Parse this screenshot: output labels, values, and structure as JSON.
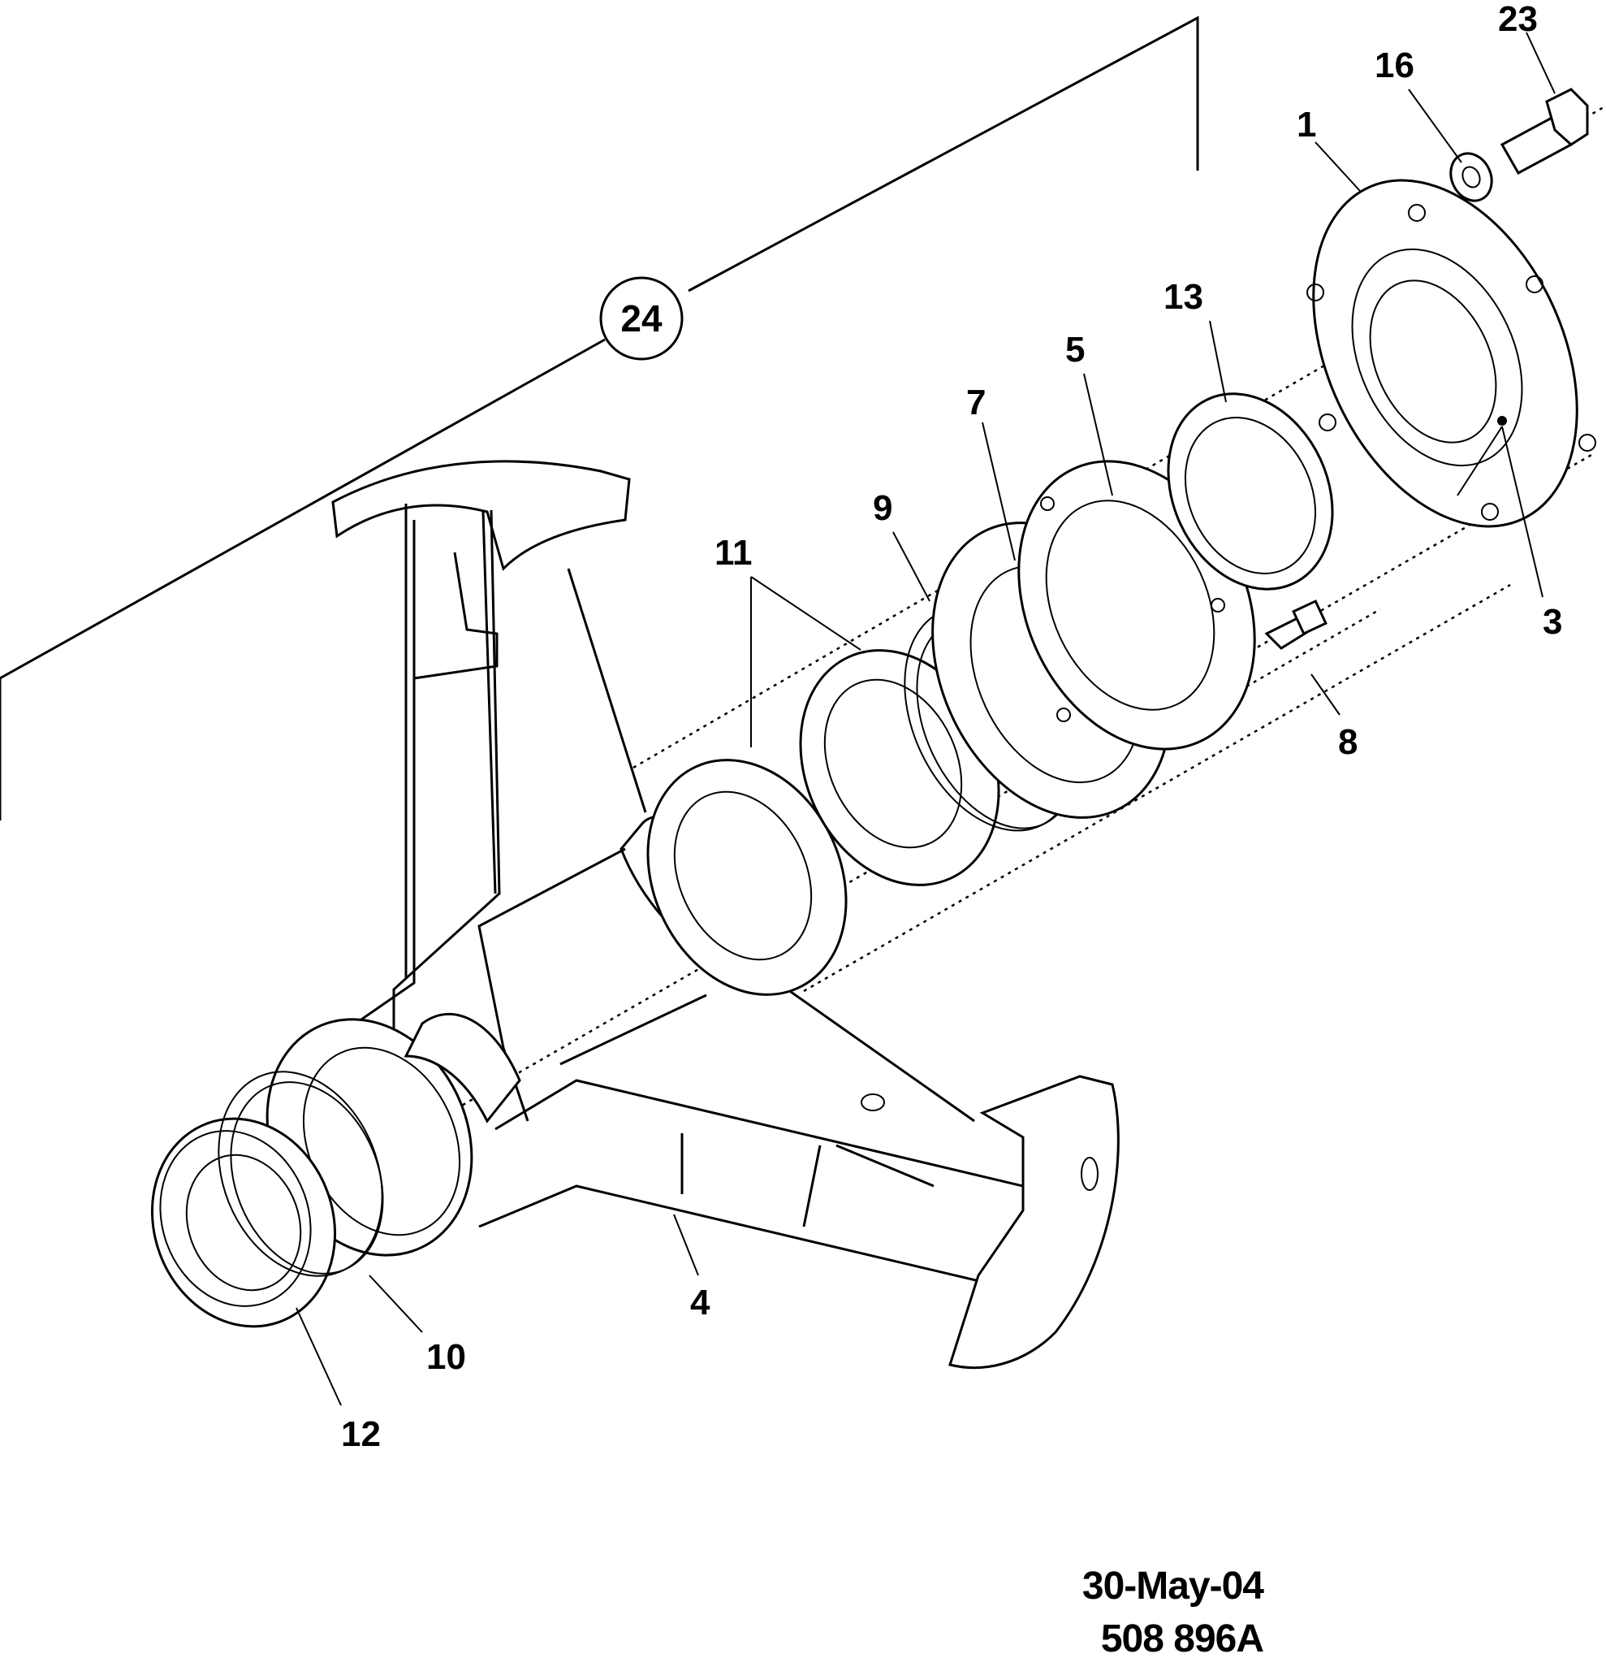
{
  "callouts": {
    "c1": "1",
    "c3": "3",
    "c4": "4",
    "c5": "5",
    "c7": "7",
    "c8": "8",
    "c9": "9",
    "c10": "10",
    "c11": "11",
    "c12": "12",
    "c13": "13",
    "c16": "16",
    "c23": "23",
    "c24": "24"
  },
  "footer": {
    "date": "30-May-04",
    "drawing_number": "508 896A"
  }
}
